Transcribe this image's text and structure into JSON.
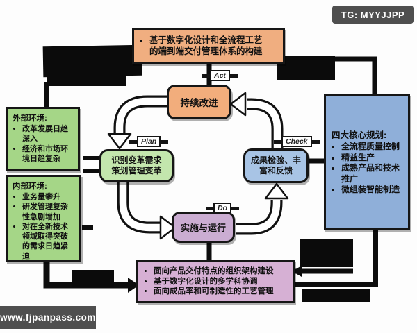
{
  "watermarks": {
    "tg_badge": "TG: MYYJJPP",
    "site_badge": "www.fjpanpass.com"
  },
  "top_box": {
    "bullets": [
      "基于数字化设计和全流程工艺的端到端交付管理体系的构建"
    ]
  },
  "external_env": {
    "title": "外部环境:",
    "bullets": [
      "改革发展日趋深入",
      "经济和市场环境日趋复杂"
    ]
  },
  "internal_env": {
    "title": "内部环境:",
    "bullets": [
      "业务量攀升",
      "研发管理复杂性急剧增加",
      "对在全新技术领域取得突破的需求日趋紧迫"
    ]
  },
  "pdca": {
    "act": {
      "tag": "Act",
      "text": "持续改进"
    },
    "plan": {
      "tag": "Plan",
      "lines": [
        "识别变革需求",
        "策划管理变革"
      ]
    },
    "do": {
      "tag": "Do",
      "text": "实施与运行"
    },
    "check": {
      "tag": "Check",
      "lines": [
        "成果检验、丰",
        "富和反馈"
      ]
    }
  },
  "core_plans": {
    "title": "四大核心规划:",
    "bullets": [
      "全流程质量控制",
      "精益生产",
      "成熟产品和技术推广",
      "微组装智能制造"
    ]
  },
  "bottom_box": {
    "bullets": [
      "面向产品交付特点的组织架构建设",
      "基于数字化设计的多学科协调",
      "面向成品率和可制造性的工艺管理"
    ]
  },
  "colors": {
    "top_box": "#f0ae80",
    "act_box": "#f2ad7c",
    "env_box": "#a5d687",
    "plan_box": "#c3e6ad",
    "do_box": "#cbadd2",
    "check_box": "#a8c4e5",
    "core_box": "#8fafd9",
    "bottom_box": "#d6b0d4",
    "badge": "#4f4f4f",
    "arrow_fill": "#ffffff",
    "line": "#0d0d0d"
  }
}
